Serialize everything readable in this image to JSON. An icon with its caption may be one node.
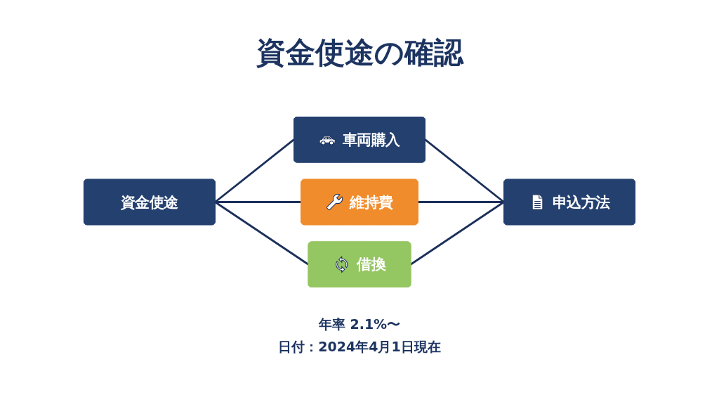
{
  "diagram": {
    "title": "資金使途の確認",
    "nodes": [
      {
        "text": [
          "資金使途"
        ]
      },
      {
        "text": [
          "車両購入"
        ]
      },
      {
        "text": [
          "維持費"
        ]
      },
      {
        "text": [
          "借換"
        ]
      },
      {
        "text": [
          "申込方法"
        ]
      }
    ],
    "edges": [
      {
        "from": 0,
        "to": 1,
        "arrow": "none"
      },
      {
        "from": 0,
        "to": 2,
        "arrow": "none"
      },
      {
        "from": 0,
        "to": 3,
        "arrow": "none"
      },
      {
        "from": 1,
        "to": 4,
        "arrow": "none"
      },
      {
        "from": 2,
        "to": 4,
        "arrow": "none"
      },
      {
        "from": 3,
        "to": 4,
        "arrow": "none"
      }
    ],
    "labels": [
      "年率 2.1%〜",
      "日付：2024年4月1日現在"
    ]
  }
}
